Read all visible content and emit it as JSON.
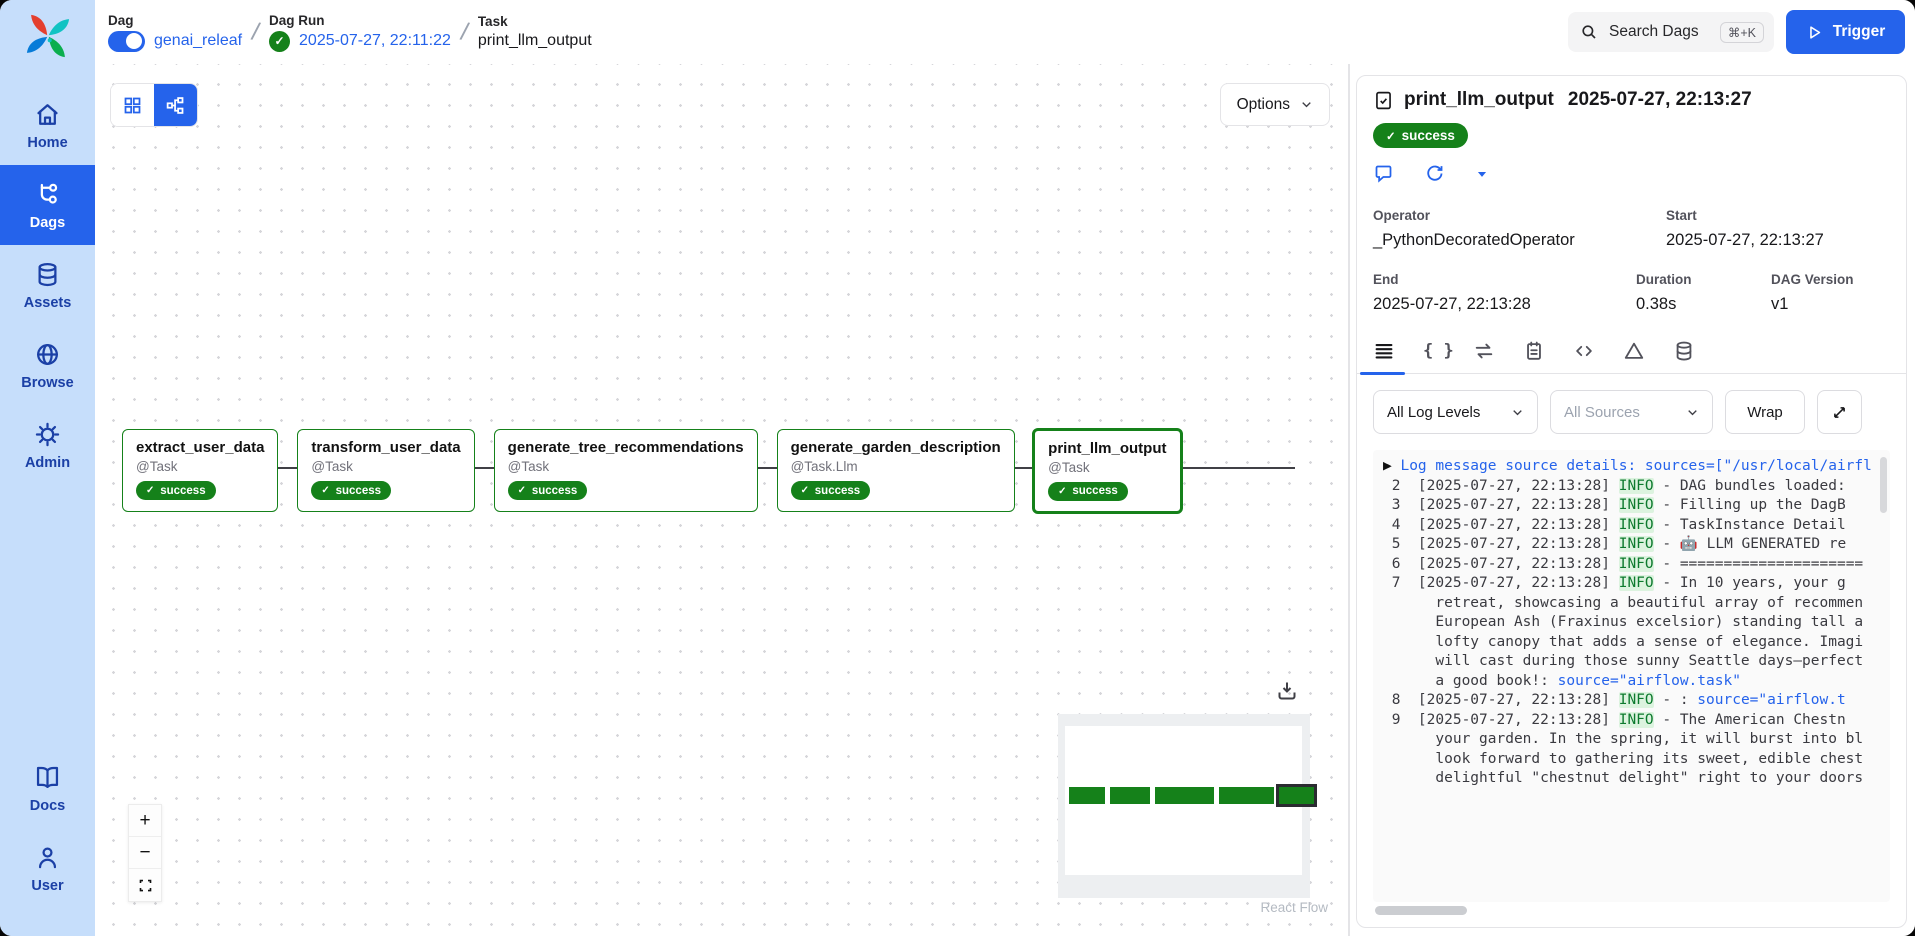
{
  "breadcrumb": {
    "dag_label": "Dag",
    "dag_name": "genai_releaf",
    "dag_run_label": "Dag Run",
    "dag_run_value": "2025-07-27, 22:11:22",
    "task_label": "Task",
    "task_value": "print_llm_output",
    "dag_toggle_on": true,
    "dag_run_status_icon": "check-circle-icon",
    "check_glyph": "✓"
  },
  "header": {
    "search_placeholder": "Search Dags",
    "search_shortcut": "⌘+K",
    "search_icon": "search-icon",
    "trigger_label": "Trigger",
    "trigger_icon": "play-icon"
  },
  "sidebar": {
    "logo_icon": "airflow-pinwheel-logo",
    "logo_colors": {
      "red": "#e43f2e",
      "teal": "#11c3c3",
      "green": "#0bae4e",
      "blue": "#067bd8"
    },
    "items": [
      {
        "label": "Home",
        "icon": "home-icon",
        "active": false
      },
      {
        "label": "Dags",
        "icon": "dag-graph-icon",
        "active": true
      },
      {
        "label": "Assets",
        "icon": "database-icon",
        "active": false
      },
      {
        "label": "Browse",
        "icon": "globe-icon",
        "active": false
      },
      {
        "label": "Admin",
        "icon": "gear-icon",
        "active": false
      }
    ],
    "bottom_items": [
      {
        "label": "Docs",
        "icon": "book-icon",
        "active": false
      },
      {
        "label": "User",
        "icon": "user-icon",
        "active": false
      }
    ]
  },
  "canvas": {
    "view_toggle_icons": [
      "grid-icon",
      "graph-icon"
    ],
    "options_label": "Options",
    "zoom_controls": [
      "plus",
      "minus",
      "fit-view"
    ],
    "attribution": "React Flow",
    "nodes": [
      {
        "title": "extract_user_data",
        "subtitle": "@Task",
        "status": "success",
        "selected": false
      },
      {
        "title": "transform_user_data",
        "subtitle": "@Task",
        "status": "success",
        "selected": false
      },
      {
        "title": "generate_tree_recommendations",
        "subtitle": "@Task",
        "status": "success",
        "selected": false
      },
      {
        "title": "generate_garden_description",
        "subtitle": "@Task.Llm",
        "status": "success",
        "selected": false
      },
      {
        "title": "print_llm_output",
        "subtitle": "@Task",
        "status": "success",
        "selected": true
      }
    ]
  },
  "panel": {
    "title_icon": "task-doc-check-icon",
    "title": "print_llm_output",
    "timestamp": "2025-07-27, 22:13:27",
    "status": "success",
    "check_glyph": "✓",
    "action_icons": [
      "comment-icon",
      "refresh-icon",
      "caret-down-icon"
    ],
    "fields": [
      {
        "label": "Operator",
        "value": "_PythonDecoratedOperator"
      },
      {
        "label": "Start",
        "value": "2025-07-27, 22:13:27"
      },
      {
        "label": "End",
        "value": "2025-07-27, 22:13:28"
      },
      {
        "label": "Duration",
        "value": "0.38s"
      },
      {
        "label": "DAG Version",
        "value": "v1"
      }
    ],
    "tabs": [
      {
        "name": "logs",
        "icon": "log-lines-icon",
        "active": true
      },
      {
        "name": "xcom",
        "icon": "braces-icon",
        "active": false
      },
      {
        "name": "rendered",
        "icon": "repeat-icon",
        "active": false
      },
      {
        "name": "details",
        "icon": "clipboard-icon",
        "active": false
      },
      {
        "name": "code",
        "icon": "code-icon",
        "active": false
      },
      {
        "name": "events",
        "icon": "warning-icon",
        "active": false
      },
      {
        "name": "asset-events",
        "icon": "database-icon",
        "active": false
      }
    ],
    "controls": {
      "log_level_value": "All Log Levels",
      "source_value": "All Sources",
      "wrap_label": "Wrap",
      "expand_icon": "expand-icon"
    },
    "logs": [
      [
        [
          "▶ ",
          "caret"
        ],
        [
          "Log message source details: sources=[\"/usr/local/airfl",
          "link"
        ]
      ],
      [
        [
          " 2  ",
          "pre"
        ],
        [
          "[2025-07-27, 22:13:28] ",
          "pre"
        ],
        [
          "INFO",
          "info"
        ],
        [
          " - DAG bundles loaded: ",
          "pre"
        ]
      ],
      [
        [
          " 3  ",
          "pre"
        ],
        [
          "[2025-07-27, 22:13:28] ",
          "pre"
        ],
        [
          "INFO",
          "info"
        ],
        [
          " - Filling up the DagB",
          "pre"
        ]
      ],
      [
        [
          " 4  ",
          "pre"
        ],
        [
          "[2025-07-27, 22:13:28] ",
          "pre"
        ],
        [
          "INFO",
          "info"
        ],
        [
          " - TaskInstance Detail",
          "pre"
        ]
      ],
      [
        [
          " 5  ",
          "pre"
        ],
        [
          "[2025-07-27, 22:13:28] ",
          "pre"
        ],
        [
          "INFO",
          "info"
        ],
        [
          " - 🤖 LLM GENERATED re",
          "pre"
        ]
      ],
      [
        [
          " 6  ",
          "pre"
        ],
        [
          "[2025-07-27, 22:13:28] ",
          "pre"
        ],
        [
          "INFO",
          "info"
        ],
        [
          " - =====================",
          "pre"
        ]
      ],
      [
        [
          " 7  ",
          "pre"
        ],
        [
          "[2025-07-27, 22:13:28] ",
          "pre"
        ],
        [
          "INFO",
          "info"
        ],
        [
          " - In 10 years, your g",
          "pre"
        ]
      ],
      [
        [
          "      retreat, showcasing a beautiful array of recommen",
          "pre"
        ]
      ],
      [
        [
          "      European Ash (Fraxinus excelsior) standing tall a",
          "pre"
        ]
      ],
      [
        [
          "      lofty canopy that adds a sense of elegance. Imagi",
          "pre"
        ]
      ],
      [
        [
          "      will cast during those sunny Seattle days—perfect",
          "pre"
        ]
      ],
      [
        [
          "      a good book!: ",
          "pre"
        ],
        [
          "source=\"airflow.task\"",
          "link"
        ]
      ],
      [
        [
          " 8  ",
          "pre"
        ],
        [
          "[2025-07-27, 22:13:28] ",
          "pre"
        ],
        [
          "INFO",
          "info"
        ],
        [
          " - : ",
          "pre"
        ],
        [
          "source=\"airflow.t",
          "link"
        ]
      ],
      [
        [
          " 9  ",
          "pre"
        ],
        [
          "[2025-07-27, 22:13:28] ",
          "pre"
        ],
        [
          "INFO",
          "info"
        ],
        [
          " - The American Chestn",
          "pre"
        ]
      ],
      [
        [
          "      your garden. In the spring, it will burst into bl",
          "pre"
        ]
      ],
      [
        [
          "      look forward to gathering its sweet, edible chest",
          "pre"
        ]
      ],
      [
        [
          "      delightful \"chestnut delight\" right to your doors",
          "pre"
        ]
      ]
    ]
  }
}
